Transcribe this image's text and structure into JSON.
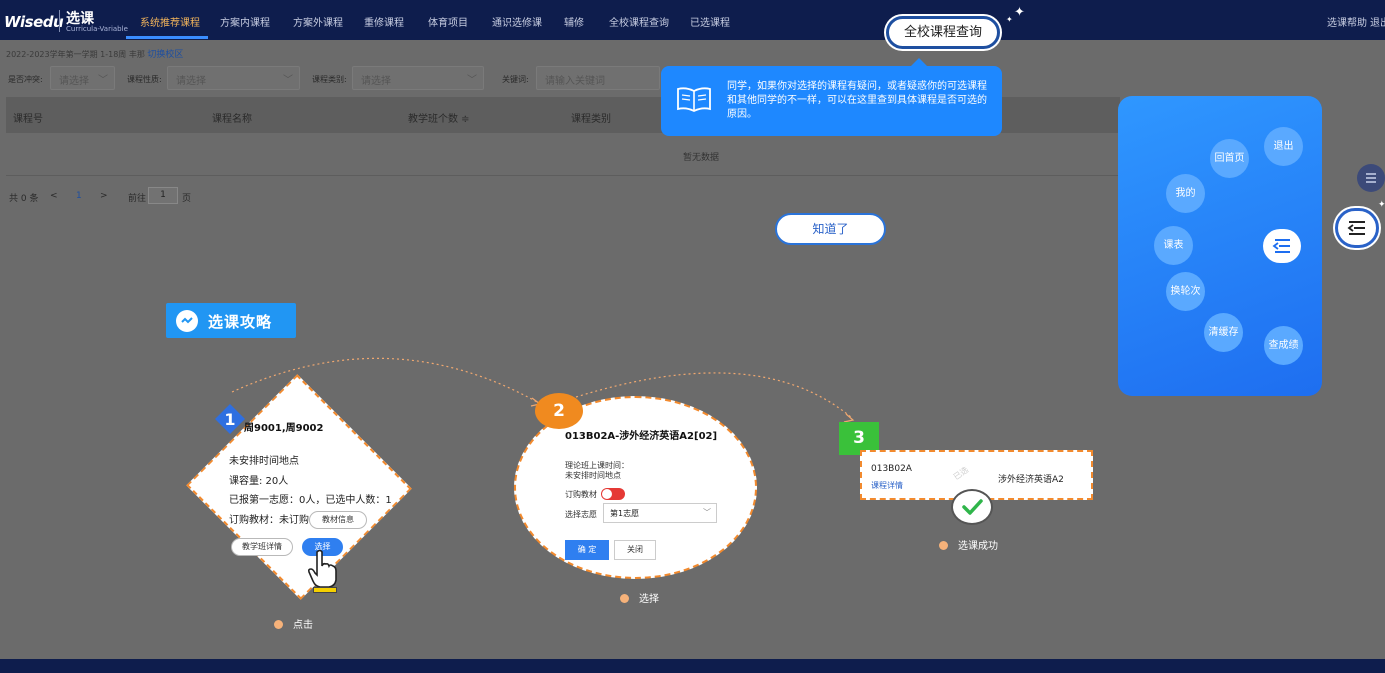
{
  "app": {
    "logo": "Wisedu",
    "title": "选课",
    "subtitle": "Curricula-Variable",
    "help": "选课帮助",
    "logout": "退出"
  },
  "nav": {
    "items": [
      {
        "label": "系统推荐课程",
        "active": true
      },
      {
        "label": "方案内课程"
      },
      {
        "label": "方案外课程"
      },
      {
        "label": "重修课程"
      },
      {
        "label": "体育项目"
      },
      {
        "label": "通识选修课"
      },
      {
        "label": "辅修"
      },
      {
        "label": "全校课程查询"
      },
      {
        "label": "已选课程"
      }
    ]
  },
  "term": {
    "text": "2022-2023学年第一学期   1-18周   丰那",
    "switch_link": "切换校区"
  },
  "filters": {
    "conflict_label": "是否冲突:",
    "conflict_placeholder": "请选择",
    "nature_label": "课程性质:",
    "nature_placeholder": "请选择",
    "category_label": "课程类别:",
    "category_placeholder": "请选择",
    "keyword_label": "关键词:",
    "keyword_placeholder": "请输入关键词"
  },
  "table": {
    "headers": [
      "课程号",
      "课程名称",
      "教学班个数 ≑",
      "课程类别"
    ],
    "empty": "暂无数据"
  },
  "pager": {
    "total": "共 0 条",
    "prev": "<",
    "page": "1",
    "next": ">",
    "goto": "前往",
    "input": "1",
    "unit": "页"
  },
  "guide": {
    "highlight": "全校课程查询",
    "tooltip": "同学，如果你对选择的课程有疑问，或者疑惑你的可选课程和其他同学的不一样，可以在这里查到具体课程是否可选的原因。",
    "ok": "知道了",
    "strategy": "选课攻略"
  },
  "menu": {
    "items": [
      "回首页",
      "退出",
      "我的",
      "课表",
      "换轮次",
      "清缓存",
      "查成绩"
    ]
  },
  "step1": {
    "number": "1",
    "title": "周9001,周9002",
    "line1": "未安排时间地点",
    "line2": "课容量:   20人",
    "line3": "已报第一志愿：0人，已选中人数：1",
    "line4": "订购教材：未订购",
    "textbook_btn": "教材信息",
    "detail_btn": "教学班详情",
    "select_btn": "选择",
    "caption": "点击"
  },
  "step2": {
    "number": "2",
    "title": "013B02A-涉外经济英语A2[02]",
    "theory_label": "理论班上课时间：",
    "theory_value": "未安排时间地点",
    "order_label": "订购教材",
    "wish_label": "选择志愿",
    "wish_value": "第1志愿",
    "confirm": "确 定",
    "close": "关闭",
    "caption": "选择"
  },
  "step3": {
    "number": "3",
    "code": "013B02A",
    "detail_link": "课程详情",
    "stamp": "已选",
    "name": "涉外经济英语A2",
    "caption": "选课成功"
  },
  "colors": {
    "nav_bg": "#0e1d4d",
    "accent_blue": "#1e88ff",
    "dash_orange": "#f28a2e",
    "success_green": "#3ac13a",
    "step2_orange": "#f08a1f"
  }
}
